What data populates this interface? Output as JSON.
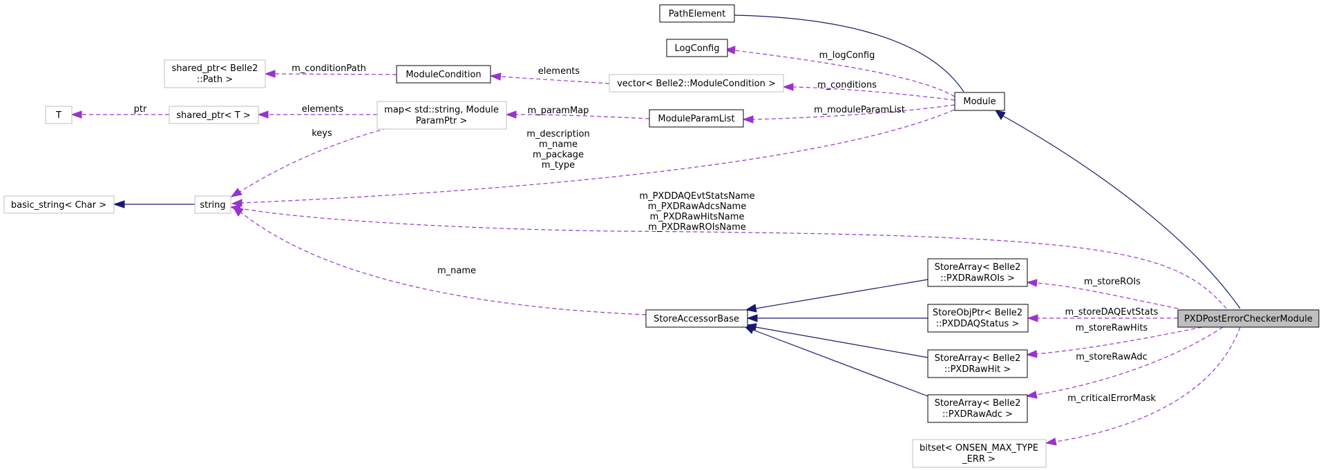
{
  "nodes": {
    "pathelement": [
      "PathElement"
    ],
    "logconfig": [
      "LogConfig"
    ],
    "module": [
      "Module"
    ],
    "sharedptr_path": [
      "shared_ptr< Belle2",
      "::Path >"
    ],
    "modulecondition": [
      "ModuleCondition"
    ],
    "vector_modulecondition": [
      "vector< Belle2::ModuleCondition >"
    ],
    "t": [
      "T"
    ],
    "sharedptr_t": [
      "shared_ptr< T >"
    ],
    "map_moduleparamptr": [
      "map< std::string, Module",
      "ParamPtr >"
    ],
    "moduleparamlist": [
      "ModuleParamList"
    ],
    "basic_string": [
      "basic_string< Char >"
    ],
    "string": [
      "string"
    ],
    "storearray_rawrois": [
      "StoreArray< Belle2",
      "::PXDRawROIs >"
    ],
    "storeaccessorbase": [
      "StoreAccessorBase"
    ],
    "storeobjptr_daqstatus": [
      "StoreObjPtr< Belle2",
      "::PXDDAQStatus >"
    ],
    "storearray_rawhit": [
      "StoreArray< Belle2",
      "::PXDRawHit >"
    ],
    "storearray_rawadc": [
      "StoreArray< Belle2",
      "::PXDRawAdc >"
    ],
    "pxdposterrorcheckermodule": [
      "PXDPostErrorCheckerModule"
    ],
    "bitset": [
      "bitset< ONSEN_MAX_TYPE",
      "_ERR >"
    ]
  },
  "edges": {
    "m_logconfig": [
      "m_logConfig"
    ],
    "m_conditions": [
      "m_conditions"
    ],
    "m_conditionpath": [
      "m_conditionPath"
    ],
    "elements_vector": [
      "elements"
    ],
    "ptr": [
      "ptr"
    ],
    "elements_sharedptr": [
      "elements"
    ],
    "m_parammap": [
      "m_paramMap"
    ],
    "m_moduleparamlist": [
      "m_moduleParamList"
    ],
    "keys": [
      "keys"
    ],
    "module_strings": [
      "m_description",
      "m_name",
      "m_package",
      "m_type"
    ],
    "pxd_strings": [
      "m_PXDDAQEvtStatsName",
      "m_PXDRawAdcsName",
      "m_PXDRawHitsName",
      "m_PXDRawROIsName"
    ],
    "m_name": [
      "m_name"
    ],
    "m_storerois": [
      "m_storeROIs"
    ],
    "m_storedaqevtstats": [
      "m_storeDAQEvtStats"
    ],
    "m_storerawhits": [
      "m_storeRawHits"
    ],
    "m_storerawadc": [
      "m_storeRawAdc"
    ],
    "m_criticalerrormask": [
      "m_criticalErrorMask"
    ]
  }
}
